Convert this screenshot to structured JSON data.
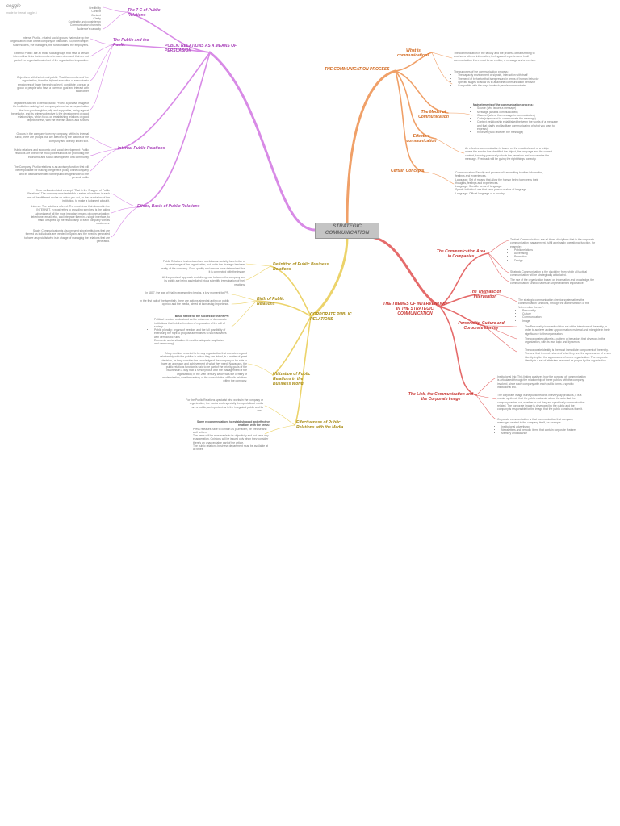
{
  "header": {
    "logo": "coggle",
    "subtitle": "made for free at coggle.it"
  },
  "center": {
    "label": "STRATEGIC COMMUNICATION"
  },
  "colors": {
    "purple": "#d88ae6",
    "orange": "#f0a068",
    "red": "#e56b6b",
    "yellow": "#ecd36a"
  },
  "purple": {
    "main": "PUBLIC RELATIONS AS A MEANS OF PERSUASION",
    "sub_7c": "The 7 C of Public Relations",
    "list_7c": [
      "Credibility",
      "Context",
      "Content",
      "Clarity",
      "Continuity and consistency",
      "Communication channels",
      "Audience's capacity"
    ],
    "sub_public": "The Public and the Public",
    "internal_public": "Internal Public - related social groups that make up the organization chart of the company or institution. So, for example: shareholders, the managers, the functionaries, the employees.",
    "external_public": "External Public: are all those social groups that have a certain interest that links their members to each other and that are not part of the organizational chart of the organization in question.",
    "obj_internal": "Objectives with the internal public: That the members of the organization, from the highest executive or executive to employees of lower hierarchical level, constitute a group: a group of people who have a common goal and interact with each other",
    "obj_external": "Objectives with the External public: Project a positive image of the institution making their company viewed as an organization that is a good neighbor, ally and supportive, being a great benefactor, and its primary objective is the development of good relationships, which focus on establishing relations of good neighborliness, with the relevant actors and sectors",
    "sub_internal_pr": "Internal Public Relations",
    "internal_pr_1": "Groups in the company to every company, within its internal public, there are groups that are affected by the actions of the company and directly linked to it.",
    "internal_pr_2": "Public relations and economic and social development: Public relations are one of the most powerful tools for promoting the economic and social development of a community",
    "internal_pr_3": "The Company: Public relations is an advisory function that will be responsible for making the general policy of the company and its decisions related to the public image known to the general public",
    "sub_ethics": "Ethics, Basis of Public Relations",
    "ethics_1": "Once well assimilated concept: 'That is the Snapper of Public Relations'. The company most establish a series of cautions in each one of the different circles on which you act, as the foundation of the institution, to make a judgment about it.",
    "ethics_2": "Internet: The solutions offered. The most draw that abound in the INTERNET, in what refers to providing services, is the taking advantage of all the most important means of communication: telephone, email, etc., and integrate them in a single interface, to make or speed up the relationship of each company with its customers.",
    "ethics_3": "Spain: Communication is also present since institutions that are formed as individuals are created in Spain, and the need is generated to have a specialist who is in charge of managing the relations that are generated."
  },
  "orange": {
    "main": "THE COMMUNICATION PROCESS",
    "sub_what": "What is communication?",
    "what_1": "The communication is the faculty and the process of transmitting to another or others, information, feelings and experiences. In all communication there must be an emitter, a message and a receiver.",
    "what_2_title": "The purposes of the communication process:",
    "what_2": [
      "The capacity environment of signals, interaction with itself",
      "The need of behavior that is expressed in terms of human behavior",
      "Specific stages to allow us to attain the communication behavior",
      "Compatible with the ways in which people communicate"
    ],
    "sub_model": "The Model of Communication",
    "model_title": "Main elements of the communication process:",
    "model": [
      "Source (who issues a message)",
      "Message (what is communicated)",
      "Channel (where the message is communicated)",
      "Code (signs used to communicate the message)",
      "Context (relationship established between the words of a message and that clarify and facilitate communicating of what you want to express)",
      "Receiver (who receives the message)"
    ],
    "sub_effective": "Effective communication",
    "effective": "An effective communication is based on the establishment of a bridge where the sender has identified the object, the language and the correct content, knowing previously who is the perceiver and how receive the message. Feedback will be giving the right things correctly.",
    "sub_concepts": "Certain Concepts",
    "concepts_1": "Communication: Faculty and process of transmitting to other information, feelings and experiences.",
    "concepts_2": "Language: Set of means that allow the human being to express their thoughts, feelings and experiences.",
    "concepts_3": "Language: Specific forms of language.",
    "concepts_4": "Speak: Individual use that each person makes of language.",
    "concepts_5": "Language: Official language of a country."
  },
  "red": {
    "main": "THE THEMES OF INTERVENTION IN THE STRATEGIC COMMUNICATION",
    "sub_area": "The Communication Area in Companies",
    "area_1": "Tactical Communication: are all those disciplines that in the corporate communication management, fulfill a primarily operational function, for example:",
    "area_1_list": [
      "Public relations",
      "Advertising",
      "Promotion",
      "Design"
    ],
    "area_2": "Strategic Communication is the discipline from which all tactical communication will be strategically articulated.",
    "area_3": "The rise of the organization based on information and knowledge, the communication function takes on unprecedented importance.",
    "sub_thematic": "The Thematic of Intervention",
    "thematic": "The strategic communication director systematizes the communication functions, through the administration of the 'intervention themes':",
    "thematic_list": [
      "Personality",
      "Culture",
      "Communication",
      "Image"
    ],
    "sub_personality": "Personality, Culture and Corporate Identity",
    "personality_1": "The Personality is an articulation set of the intentions of the entity, in order to achieve a clear approximation, material and intangible in their significance to the organization.",
    "personality_2": "The corporate culture is a pattern of behaviors that develops in the organization, with its own logic and dynamics.",
    "personality_3": "The corporate identity is the most immediate component of the entity. The one that is most evident of what they are, the appearance of a new identity implies the appearance of a new organization. The corporate identity is a set of attributes assumed as proper by the organization.",
    "sub_link": "The Link, the Communication and the Corporate Image",
    "link_1": "Institutional link: This linking analyzes how the purpose of communication is articulated through the relationship of these publics with the company involved, since each company with each public forms a specific institutional link.",
    "link_2": "The corporate image is the public records in everyday products, it is a mental synthesis that the public elaborate about the acts that the company carries out, whether or not they are specifically communication-related. The corporate image is developed by the public and the company is responsible for the image that the public constructs from it.",
    "link_3": "Corporate communication is that communication that company messages related to the company itself, for example:",
    "link_3_list": [
      "Institutional advertising",
      "Newsletters and periodic items that contain corporate features",
      "Memory and Balance"
    ]
  },
  "yellow": {
    "main": "CORPORATE PUBLIC RELATIONS",
    "sub_definition": "Definition of Public Business Relations",
    "definition_1": "Public Relations is structured and useful as an activity for a better or worse image of the organization, but not in the strategic business reality of the company. Good quality and service have determined that it is connected with the image.",
    "definition_2": "All the points of approach and divergence between the company and its public are being assimilated into a scientific investigation of their relations.",
    "sub_birth": "Birth of Public Relations",
    "birth_1": "In 1807, the age of trial in representing begins, a key moment for PR.",
    "birth_2": "In the first half of the twentieth, there are actions aimed at acting on public opinion and the media, aimed at increasing importance.",
    "birth_list_title": "Basic needs for the success of the RRPP:",
    "birth_list": [
      "Political freedom understood as the existence of democratic institutions that link the freedom of expression of the will of society",
      "Public plurality: organs of freedom and the full possibility of exercising the right to propose alternatives to such activities with democratic rules",
      "Economic social situation: it must be adequate (capitalism and democracy)"
    ],
    "sub_utilization": "Utilization of Public Relations in the Business World",
    "utilization": "A key decision resorted to by any organization that executes a good relationship with the publics in which they are linked, is a matter of great decision, as they consider the knowledge of the company to be able to have an approach and achievement of what they need. Nowadays, the public relations function is said to be part of the priority goals of the business in a way that is synonymous with the management of the organization; in the 20th century, which was the century of modernization, was the century of the consolidation of Public relations within the company.",
    "sub_effectiveness": "Effectiveness of Public Relations with the Media",
    "effectiveness_1": "For the Public Relations specialist who works in the company or organization, the media and especially the specialized media are a public, as important as is the integrated public and its area.",
    "effectiveness_title": "Some recommendations to establish good and effective relations with the press:",
    "effectiveness_list": [
      "Press releases have to contain as journalism, be precise and well written.",
      "The news will be reasonable in its objectivity and not have any exaggeration. Opinions will be issued only when they consider there's an unacceptable part of the article.",
      "The public relations business department must be available at all times."
    ]
  }
}
